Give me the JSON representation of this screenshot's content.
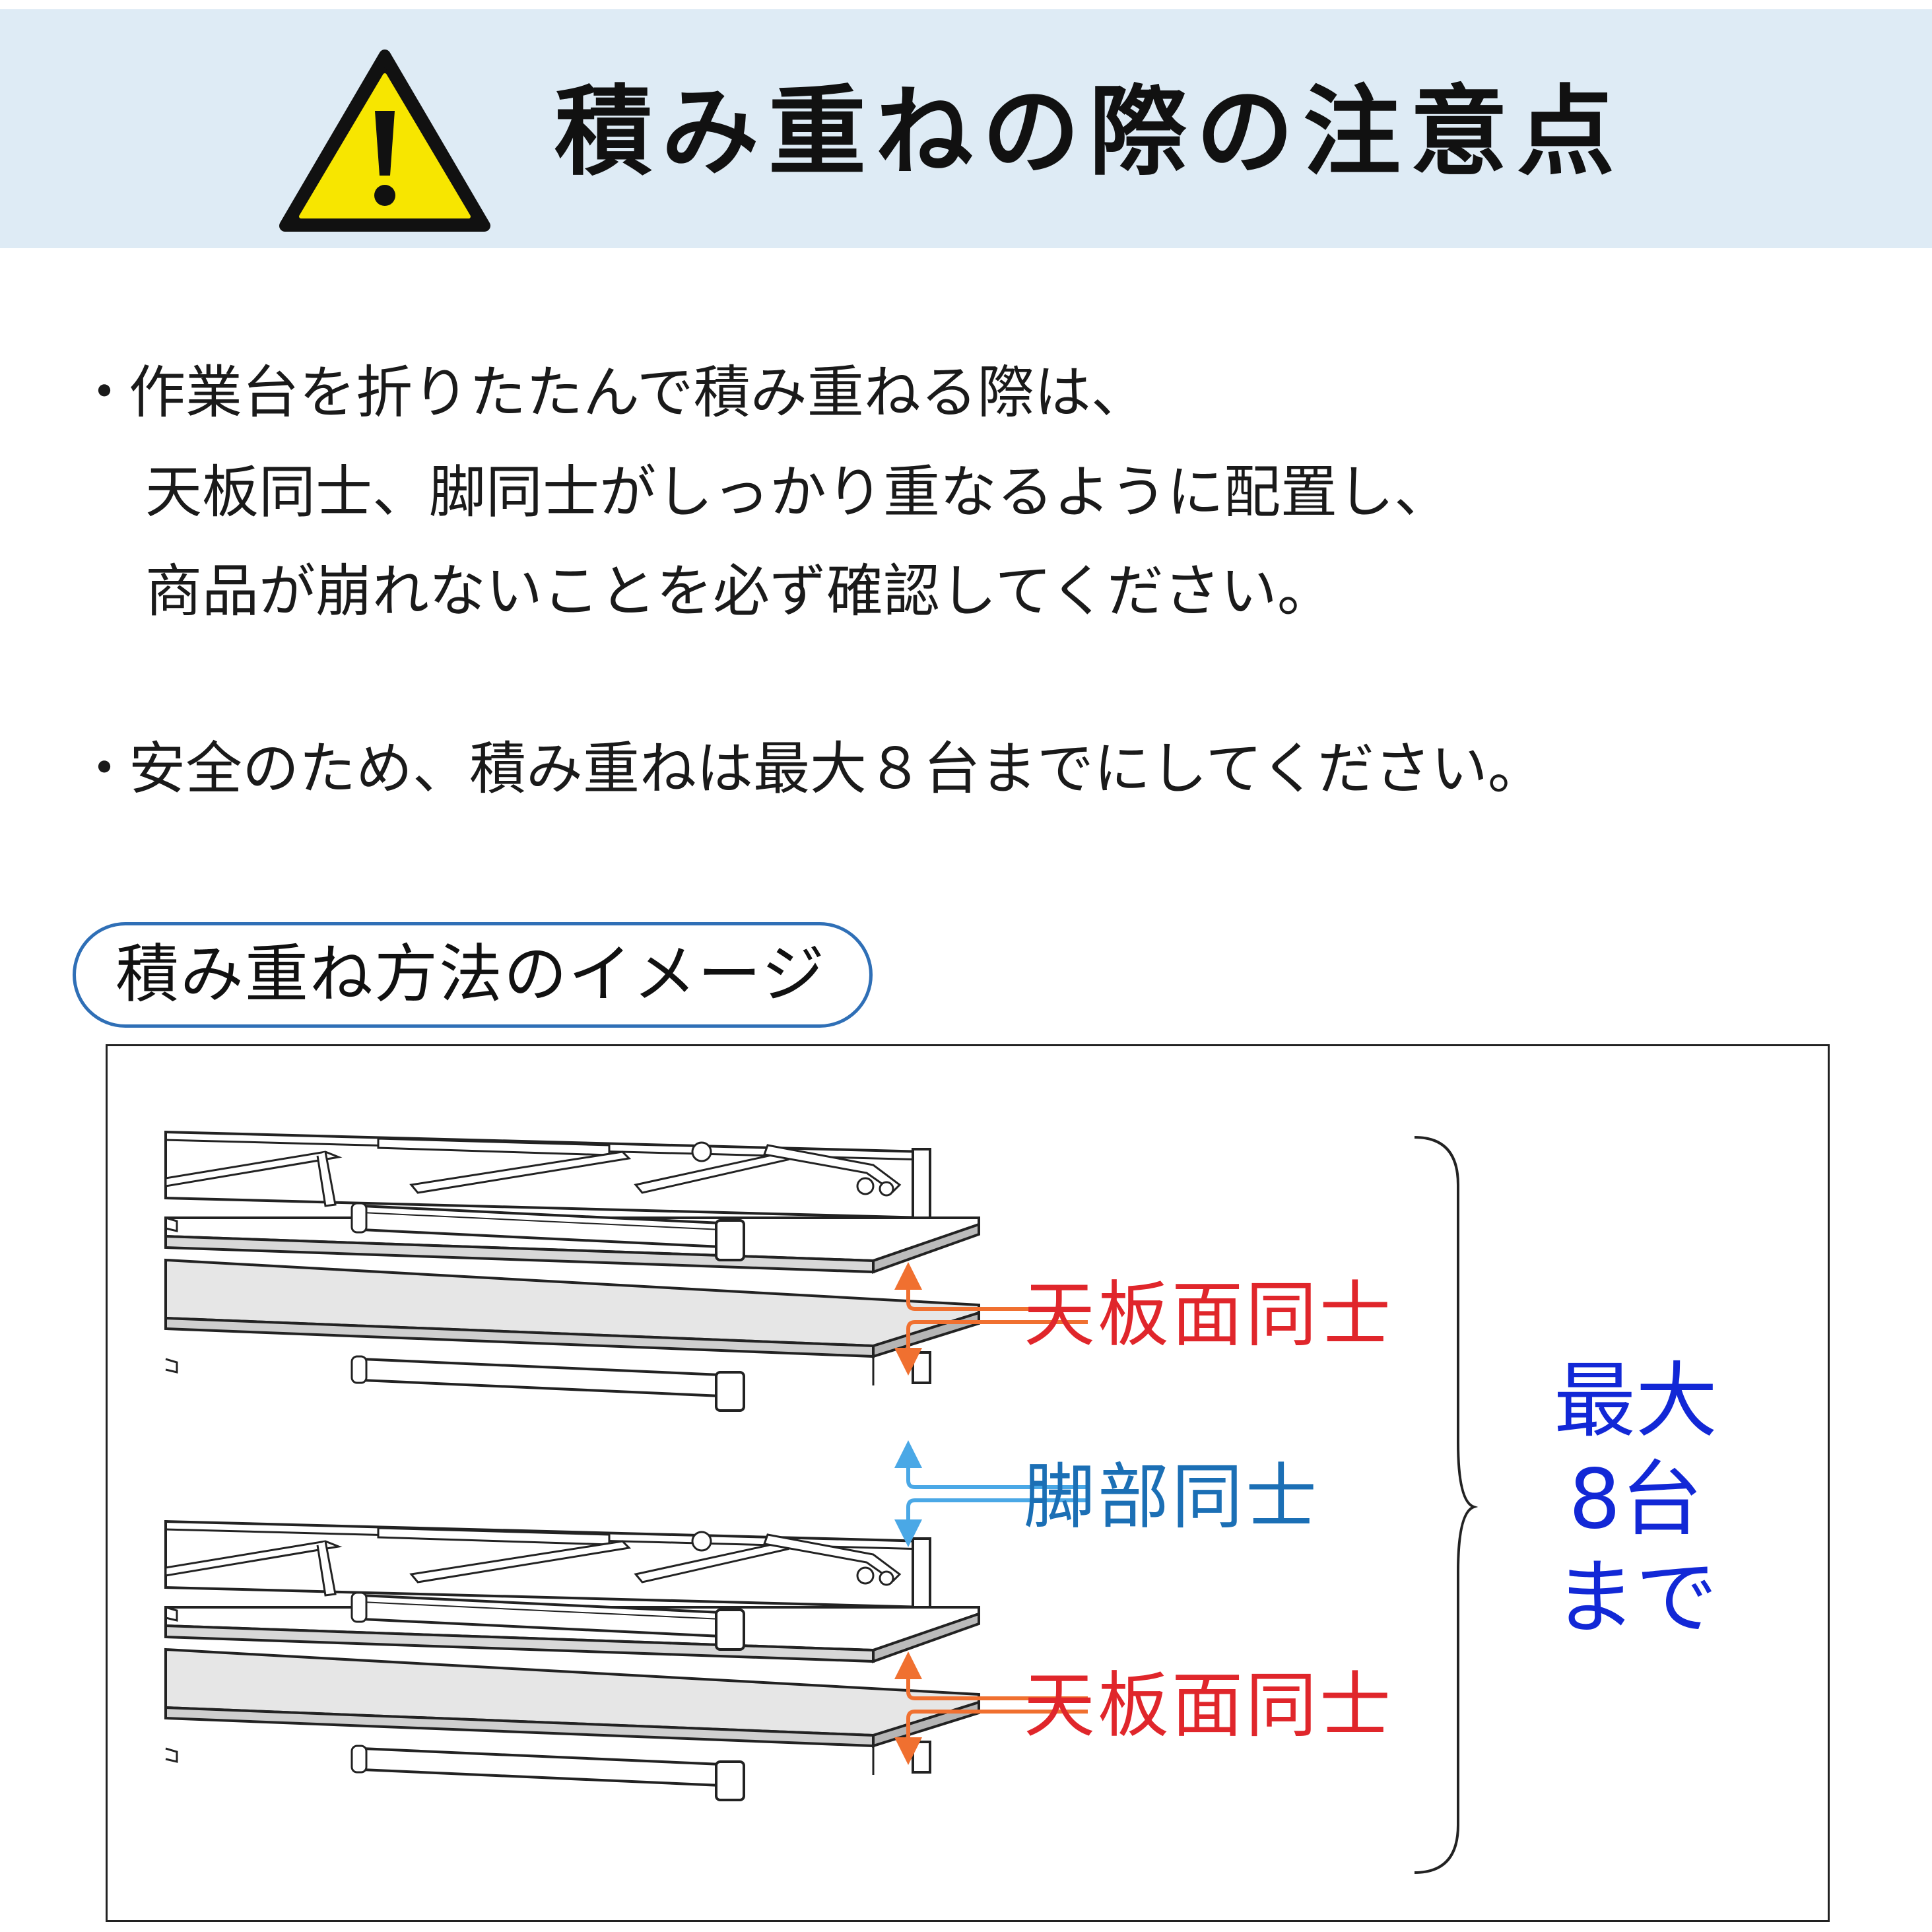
{
  "header": {
    "title": "積み重ねの際の注意点",
    "warning_color": "#f7e600",
    "background": "#deebf5"
  },
  "notes": {
    "bullet_char": "・",
    "item1": {
      "line1": "作業台を折りたたんで積み重ねる際は、",
      "line2": "天板同士、脚同士がしっかり重なるように配置し、",
      "line3": "商品が崩れないことを必ず確認してください。"
    },
    "item2": {
      "line1": "安全のため、積み重ねは最大８台までにしてください。"
    }
  },
  "figure": {
    "caption": "積み重ね方法のイメージ",
    "labels": {
      "top_to_top_1": "天板面同士",
      "leg_to_leg": "脚部同士",
      "top_to_top_2": "天板面同士"
    },
    "max": {
      "line1": "最大",
      "line2": "8台",
      "line3": "まで"
    },
    "colors": {
      "top_arrow": "#f07030",
      "leg_arrow": "#4aa8e6",
      "red_text": "#e0262b",
      "blue_text": "#1b6fb5",
      "max_text": "#1228d6",
      "tabletop": "#e6e6e6"
    }
  }
}
